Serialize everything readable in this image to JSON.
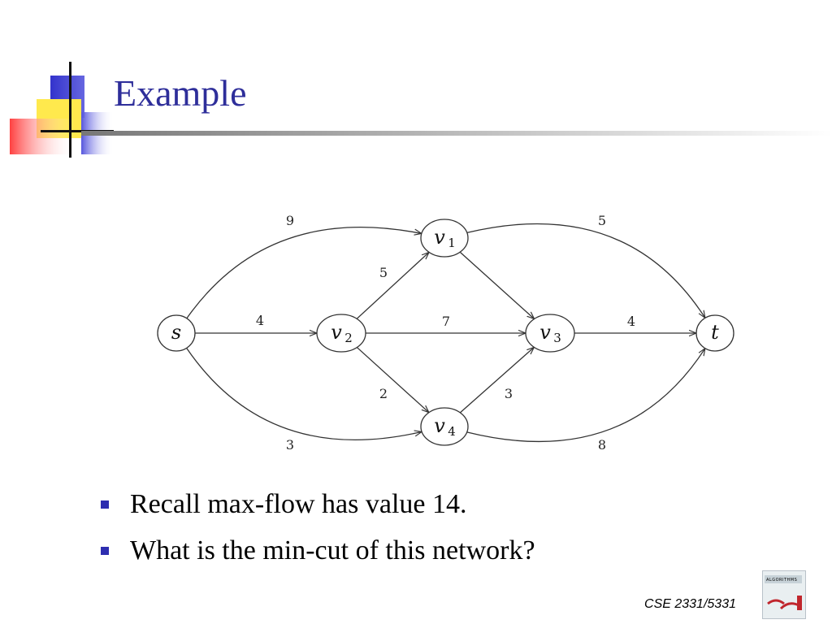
{
  "slide": {
    "title": "Example",
    "footer": "CSE 2331/5331",
    "bullets": [
      "Recall max-flow has value 14.",
      "What is the min-cut of this network?"
    ],
    "book_cover_title": "ALGORITHMS"
  },
  "colors": {
    "title": "#2e2e9a",
    "bullet": "#2e2eb0",
    "deco_blue": "#3333cc",
    "deco_yellow": "#ffe94d",
    "deco_red": "#ff5050",
    "rule": "#808080",
    "diagram_ink": "#333333"
  },
  "graph": {
    "nodes": [
      {
        "id": "s",
        "label": "s",
        "subscript": ""
      },
      {
        "id": "v1",
        "label": "v",
        "subscript": "1"
      },
      {
        "id": "v2",
        "label": "v",
        "subscript": "2"
      },
      {
        "id": "v3",
        "label": "v",
        "subscript": "3"
      },
      {
        "id": "v4",
        "label": "v",
        "subscript": "4"
      },
      {
        "id": "t",
        "label": "t",
        "subscript": ""
      }
    ],
    "edges": [
      {
        "from": "s",
        "to": "v1",
        "capacity": "9"
      },
      {
        "from": "s",
        "to": "v2",
        "capacity": "4"
      },
      {
        "from": "s",
        "to": "v4",
        "capacity": "3"
      },
      {
        "from": "v2",
        "to": "v1",
        "capacity": "5"
      },
      {
        "from": "v2",
        "to": "v3",
        "capacity": "7"
      },
      {
        "from": "v2",
        "to": "v4",
        "capacity": "2"
      },
      {
        "from": "v1",
        "to": "v3",
        "capacity": ""
      },
      {
        "from": "v4",
        "to": "v3",
        "capacity": "3"
      },
      {
        "from": "v1",
        "to": "t",
        "capacity": "5"
      },
      {
        "from": "v3",
        "to": "t",
        "capacity": "4"
      },
      {
        "from": "v4",
        "to": "t",
        "capacity": "8"
      }
    ]
  }
}
